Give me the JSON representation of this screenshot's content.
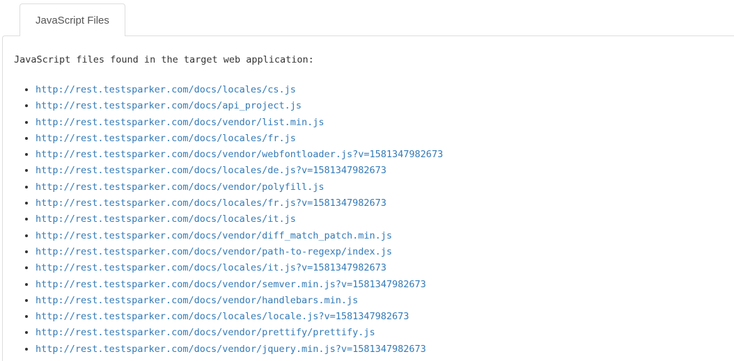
{
  "tab": {
    "label": "JavaScript Files"
  },
  "panel": {
    "heading": "JavaScript files found in the target web application:",
    "files": [
      "http://rest.testsparker.com/docs/locales/cs.js",
      "http://rest.testsparker.com/docs/api_project.js",
      "http://rest.testsparker.com/docs/vendor/list.min.js",
      "http://rest.testsparker.com/docs/locales/fr.js",
      "http://rest.testsparker.com/docs/vendor/webfontloader.js?v=1581347982673",
      "http://rest.testsparker.com/docs/locales/de.js?v=1581347982673",
      "http://rest.testsparker.com/docs/vendor/polyfill.js",
      "http://rest.testsparker.com/docs/locales/fr.js?v=1581347982673",
      "http://rest.testsparker.com/docs/locales/it.js",
      "http://rest.testsparker.com/docs/vendor/diff_match_patch.min.js",
      "http://rest.testsparker.com/docs/vendor/path-to-regexp/index.js",
      "http://rest.testsparker.com/docs/locales/it.js?v=1581347982673",
      "http://rest.testsparker.com/docs/vendor/semver.min.js?v=1581347982673",
      "http://rest.testsparker.com/docs/vendor/handlebars.min.js",
      "http://rest.testsparker.com/docs/locales/locale.js?v=1581347982673",
      "http://rest.testsparker.com/docs/vendor/prettify/prettify.js",
      "http://rest.testsparker.com/docs/vendor/jquery.min.js?v=1581347982673"
    ]
  },
  "colors": {
    "link": "#337ab7",
    "border": "#dddddd",
    "text": "#333333",
    "tab_label": "#555555"
  }
}
